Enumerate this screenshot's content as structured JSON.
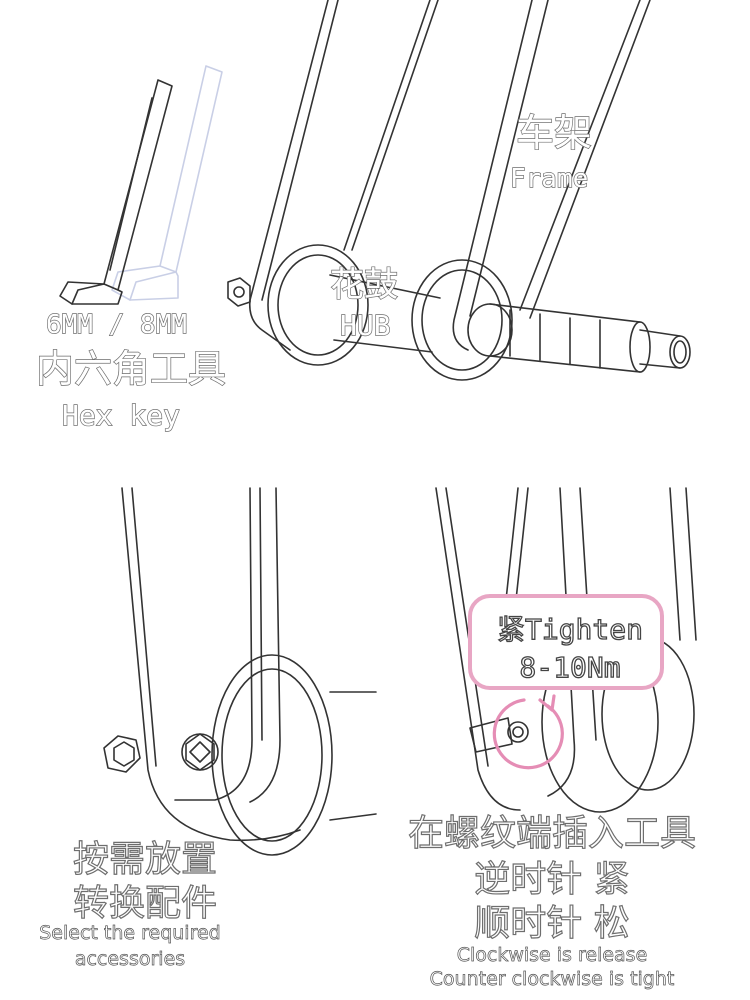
{
  "labels": {
    "frame_cn": "车架",
    "frame_en": "Frame",
    "hub_cn": "花鼓",
    "hub_en": "HUB",
    "hexkey_size": "6MM / 8MM",
    "hexkey_cn": "内六角工具",
    "hexkey_en": "Hex key",
    "torque_line1": "紧Tighten",
    "torque_line2": "8-10Nm",
    "accessories_cn_1": "按需放置",
    "accessories_cn_2": "转换配件",
    "accessories_en_1": "Select the required",
    "accessories_en_2": "accessories",
    "insert_cn": "在螺纹端插入工具",
    "ccw_cn": "逆时针 紧",
    "cw_cn": "顺时针 松",
    "cw_en": "Clockwise is release",
    "ccw_en": "Counter clockwise is tight"
  },
  "colors": {
    "line": "#333333",
    "ghost": "#c9cfe6",
    "accent_pink": "#e8a6c4",
    "arrow_pink": "#e58db5"
  },
  "icons": {
    "rotation": "counterclockwise-arrow-icon"
  }
}
